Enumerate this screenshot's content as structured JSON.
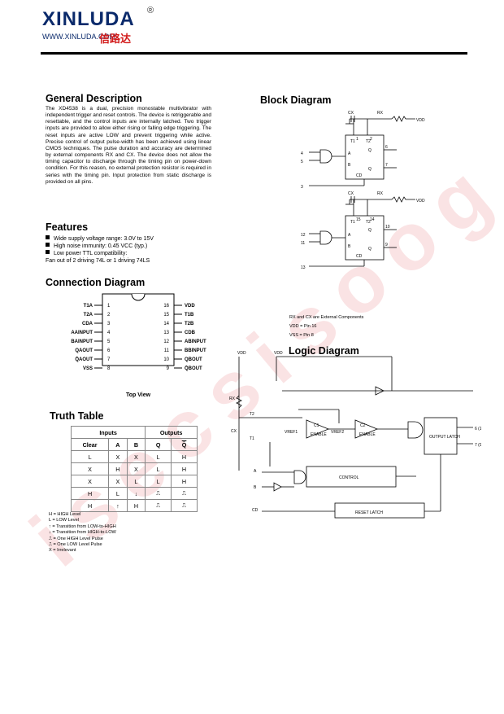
{
  "header": {
    "brand": "XINLUDA",
    "registered": "®",
    "website": "WWW.XINLUDA.COM",
    "chinese": "信路达"
  },
  "watermark": "isecsisoog.com",
  "general": {
    "title": "General Description",
    "text": "The XD4538 is a dual, precision monostable multivibrator with independent trigger and reset controls. The device is retriggerable and resettable, and the control inputs are internally latched. Two trigger inputs are provided to allow either rising or falling edge triggering. The reset inputs are active LOW and prevent triggering while active. Precise control of output pulse-width has been achieved using linear CMOS techniques. The pulse duration and accuracy are determined by external components RX and CX. The device does not allow the timing capacitor to discharge through the timing pin on power-down condition. For this reason, no external protection resistor is required in series with the timing pin. Input protection from static discharge is provided on all pins."
  },
  "features": {
    "title": "Features",
    "items": [
      "Wide supply voltage range:    3.0V to 15V",
      "High noise immunity:  0.45 VCC (typ.)",
      "Low power TTL compatibility:"
    ],
    "fanout": "Fan out of 2 driving 74L or 1 driving 74LS"
  },
  "connection": {
    "title": "Connection Diagram",
    "left_labels": [
      "T1A",
      "T2A",
      "CDA",
      "AAINPUT",
      "BAINPUT",
      "QAOUT",
      "Q̄AOUT",
      "VSS"
    ],
    "left_pins": [
      "1",
      "2",
      "3",
      "4",
      "5",
      "6",
      "7",
      "8"
    ],
    "right_pins": [
      "16",
      "15",
      "14",
      "13",
      "12",
      "11",
      "10",
      "9"
    ],
    "right_labels": [
      "VDD",
      "T1B",
      "T2B",
      "CDB",
      "ABINPUT",
      "BBINPUT",
      "QBOUT",
      "Q̄BOUT"
    ],
    "caption": "Top View"
  },
  "truth": {
    "title": "Truth Table",
    "group_inputs": "Inputs",
    "group_outputs": "Outputs",
    "headers": [
      "Clear",
      "A",
      "B",
      "Q",
      "Q̄"
    ],
    "rows": [
      [
        "L",
        "X",
        "X",
        "L",
        "H"
      ],
      [
        "X",
        "H",
        "X",
        "L",
        "H"
      ],
      [
        "X",
        "X",
        "L",
        "L",
        "H"
      ],
      [
        "H",
        "L",
        "↓",
        "⎍",
        "⎍"
      ],
      [
        "H",
        "↑",
        "H",
        "⎍",
        "⎍"
      ]
    ],
    "legend": [
      "H = HIGH Level",
      "L = LOW Level",
      "↑ = Transition from LOW-to-HIGH",
      "↓ = Transition from HIGH-to-LOW",
      "⎍ = One HIGH Level Pulse",
      "⎍ = One LOW Level Pulse",
      "X = Irrelevant"
    ]
  },
  "block": {
    "title": "Block Diagram",
    "notes": [
      "RX and CX are External Components",
      "VDD = Pin 16",
      "VSS = Pin 8"
    ]
  },
  "logic": {
    "title": "Logic Diagram",
    "labels": {
      "control": "CONTROL",
      "reset_latch": "RESET LATCH",
      "output_latch": "OUTPUT LATCH",
      "enable": "ENABLE",
      "c1": "C1",
      "c2": "C2",
      "vref1": "VREF1",
      "vref2": "VREF2"
    }
  }
}
